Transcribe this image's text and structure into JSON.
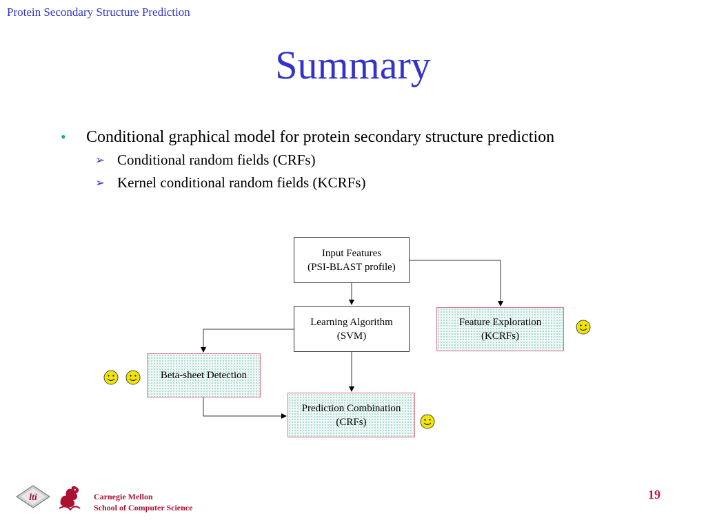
{
  "header": {
    "text": "Protein Secondary Structure Prediction"
  },
  "title": "Summary",
  "bullets": {
    "main": "Conditional graphical model for protein secondary structure prediction",
    "sub": [
      "Conditional random fields (CRFs)",
      "Kernel conditional random fields (KCRFs)"
    ]
  },
  "diagram": {
    "input_features": {
      "line1": "Input Features",
      "line2": "(PSI-BLAST profile)"
    },
    "learning_algorithm": {
      "line1": "Learning Algorithm",
      "line2": "(SVM)"
    },
    "feature_exploration": {
      "line1": "Feature Exploration",
      "line2": "(KCRFs)"
    },
    "beta_sheet": {
      "line1": "Beta-sheet Detection"
    },
    "prediction_combination": {
      "line1": "Prediction Combination",
      "line2": "(CRFs)"
    }
  },
  "footer": {
    "org_line1": "Carnegie Mellon",
    "org_line2": "School of Computer Science",
    "logo_text": "lti",
    "page_number": "19"
  },
  "colors": {
    "title": "#3333cc",
    "bullet": "#11aa99",
    "box_border": "#e0708a",
    "smiley": "#f2e600",
    "footer": "#aa1133"
  }
}
